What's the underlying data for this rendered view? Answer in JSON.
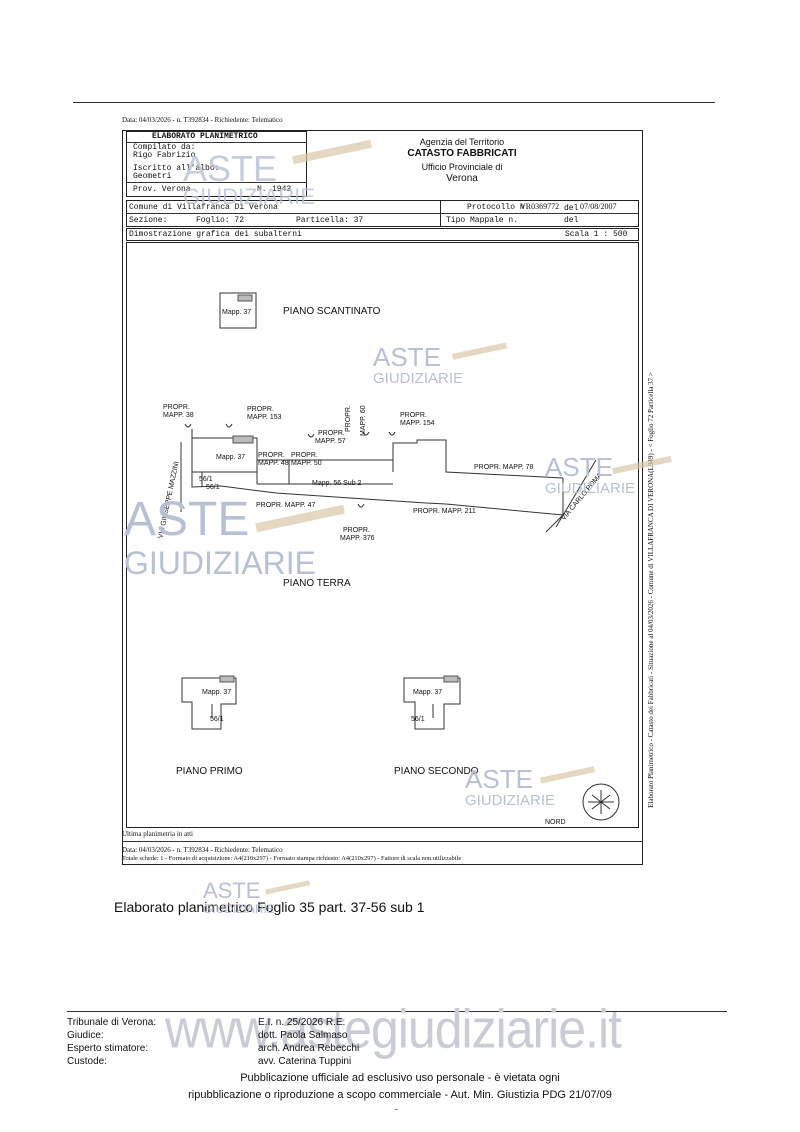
{
  "header_line": "Data: 04/03/2026 - n. T392834 - Richiedente: Telematico",
  "form": {
    "title": "ELABORATO PLANIMETRICO",
    "compilato_label": "Compilato da:",
    "compilato_name": "Rigo Fabrizio",
    "iscritto_label": "Iscritto all'albo:",
    "iscritto_value": "Geometri",
    "prov_label": "Prov. Verona",
    "n_label": "N.",
    "n_value": "1943"
  },
  "agency": {
    "line1": "Agenzia del Territorio",
    "line2": "CATASTO FABBRICATI",
    "line3": "Ufficio Provinciale di",
    "line4": "Verona"
  },
  "info": {
    "comune": "Comune di Villafranca Di Verona",
    "protocollo_label": "Protocollo n.",
    "protocollo_value": "VR0369772",
    "del_label": "del",
    "del_value": "07/08/2007",
    "sezione_label": "Sezione:",
    "foglio_label": "Foglio: 72",
    "particella_label": "Particella: 37",
    "tipo_label": "Tipo Mappale n.",
    "tipo_del": "del",
    "dimostrazione": "Dimostrazione grafica dei subalterni",
    "scala": "Scala 1 : 500"
  },
  "plan": {
    "scantinato_label": "PIANO SCANTINATO",
    "terra_label": "PIANO TERRA",
    "primo_label": "PIANO PRIMO",
    "secondo_label": "PIANO SECONDO",
    "mapp37": "Mapp. 37",
    "mapp56sub2": "Mapp. 56 Sub 2",
    "sub561": "56/1",
    "propr": "PROPR.",
    "mapp38": "MAPP. 38",
    "mapp153": "MAPP. 153",
    "mapp57": "MAPP. 57",
    "mapp60": "MAPP. 60",
    "mapp154": "MAPP. 154",
    "mapp48": "MAPP. 48",
    "mapp50": "MAPP. 50",
    "mapp78": "PROPR. MAPP. 78",
    "mapp47": "PROPR. MAPP. 47",
    "mapp211": "PROPR. MAPP. 211",
    "mapp376": "MAPP. 376",
    "via_mazzini": "VIA GIUSEPPE MAZZINI",
    "via_carlo": "VIA CARLO POMA",
    "nord": "NORD"
  },
  "side_text": "Elaborato Planimetrico - Catasto dei Fabbricati - Situazione al 04/03/2026 - Comune di VILLAFRANCA DI VERONA(L949) - < Foglio 72 Particella 37 >",
  "bottom": {
    "ultima": "Ultima planimetria in atti",
    "data_line": "Data: 04/03/2026 - n. T392834 - Richiedente: Telematico",
    "totale_line": "Totale schede: 1 - Formato di acquisizione: A4(210x297) - Formato stampa richiesto: A4(210x297) - Fattore di scala non utilizzabile"
  },
  "caption": "Elaborato planimetrico Foglio 35 part. 37-56 sub 1",
  "watermarks": {
    "aste": "ASTE",
    "giudiziarie": "GIUDIZIARIE",
    "site": "www.astegiudiziarie.it"
  },
  "footer": {
    "rows": [
      {
        "label": "Tribunale di Verona:",
        "value": "E.I. n. 25/2026 R.E."
      },
      {
        "label": "Giudice:",
        "value": "dott. Paola Salmaso"
      },
      {
        "label": "Esperto stimatore:",
        "value": "arch. Andrea Rebecchi"
      },
      {
        "label": "Custode:",
        "value": "avv. Caterina Tuppini"
      }
    ],
    "notice1": "Pubblicazione ufficiale ad esclusivo uso personale - è vietata ogni",
    "notice2": "ripubblicazione o riproduzione a scopo commerciale - Aut. Min. Giustizia PDG 21/07/09",
    "page": "-"
  }
}
